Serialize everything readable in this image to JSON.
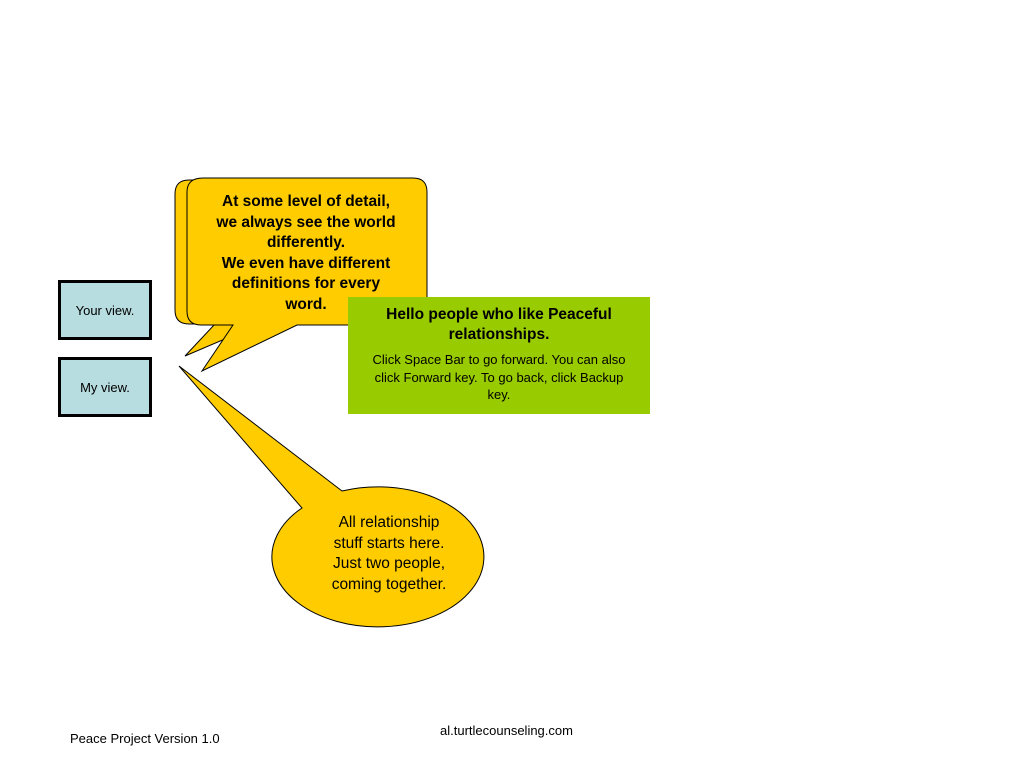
{
  "colors": {
    "callout_fill": "#ffcc00",
    "green_box_fill": "#99cc00",
    "view_box_fill": "#b7dde0",
    "outline": "#000000"
  },
  "views": {
    "yours": "Your view.",
    "mine": "My view."
  },
  "callout": {
    "lines": [
      "At some level of detail,",
      "we always see the world",
      "differently.",
      "We even have different",
      "definitions for every",
      "word."
    ]
  },
  "info_box": {
    "title": "Hello people who like Peaceful relationships.",
    "body": "Click Space Bar to go forward.  You can also click Forward key.  To go back, click Backup key."
  },
  "oval_callout": {
    "lines": [
      "All relationship",
      "stuff starts here.",
      "Just two people,",
      "coming together."
    ]
  },
  "footer": {
    "project": "Peace Project Version 1.0",
    "site": "al.turtlecounseling.com"
  }
}
